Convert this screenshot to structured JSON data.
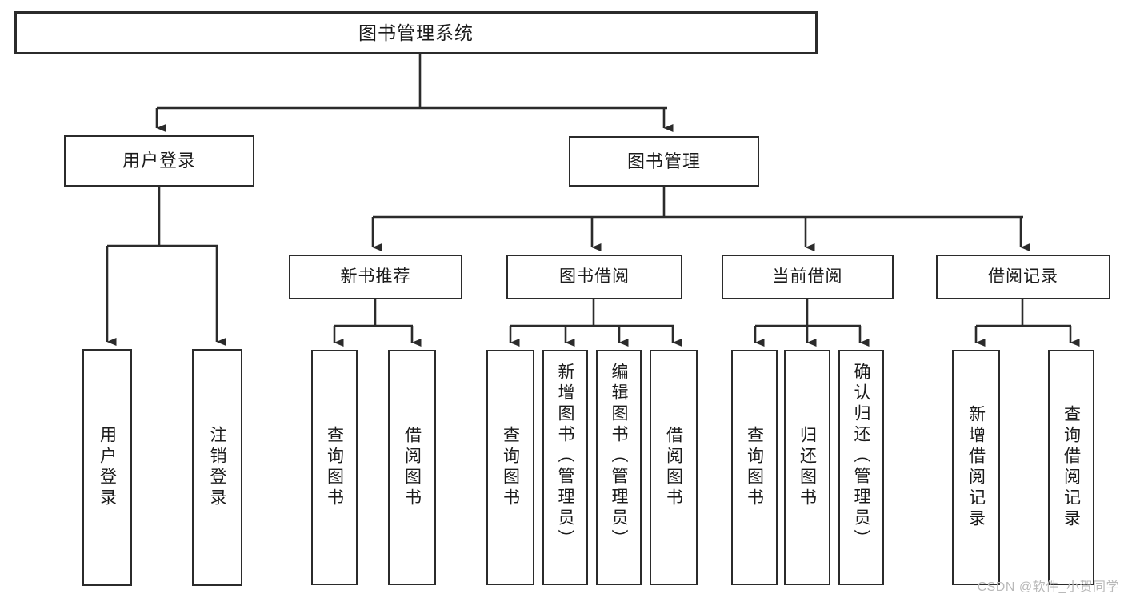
{
  "diagram": {
    "kind": "function-structure-tree",
    "title": "图书管理系统",
    "colors": {
      "stroke": "#2b2b2b",
      "box_fill": "#ffffff",
      "text": "#1b1b1b",
      "background": "#ffffff",
      "watermark": "#b9b9b9"
    },
    "levels": {
      "root": {
        "label": "图书管理系统"
      },
      "level2": [
        {
          "id": "user-login",
          "label": "用户登录"
        },
        {
          "id": "book-manage",
          "label": "图书管理"
        }
      ],
      "level3": [
        {
          "id": "new-book-recommend",
          "label": "新书推荐"
        },
        {
          "id": "book-borrow",
          "label": "图书借阅"
        },
        {
          "id": "current-borrow",
          "label": "当前借阅"
        },
        {
          "id": "borrow-record",
          "label": "借阅记录"
        }
      ],
      "leaves": [
        {
          "id": "leaf-user-login",
          "parent": "user-login",
          "label": "用户登录"
        },
        {
          "id": "leaf-logout",
          "parent": "user-login",
          "label": "注销登录"
        },
        {
          "id": "leaf-query-book-1",
          "parent": "new-book-recommend",
          "label": "查询图书"
        },
        {
          "id": "leaf-borrow-book-1",
          "parent": "new-book-recommend",
          "label": "借阅图书"
        },
        {
          "id": "leaf-query-book-2",
          "parent": "book-borrow",
          "label": "查询图书"
        },
        {
          "id": "leaf-add-book",
          "parent": "book-borrow",
          "label": "新增图书（管理员）"
        },
        {
          "id": "leaf-edit-book",
          "parent": "book-borrow",
          "label": "编辑图书（管理员）"
        },
        {
          "id": "leaf-borrow-book-2",
          "parent": "book-borrow",
          "label": "借阅图书"
        },
        {
          "id": "leaf-query-book-3",
          "parent": "current-borrow",
          "label": "查询图书"
        },
        {
          "id": "leaf-return-book",
          "parent": "current-borrow",
          "label": "归还图书"
        },
        {
          "id": "leaf-confirm-return",
          "parent": "current-borrow",
          "label": "确认归还（管理员）"
        },
        {
          "id": "leaf-add-record",
          "parent": "borrow-record",
          "label": "新增借阅记录"
        },
        {
          "id": "leaf-query-record",
          "parent": "borrow-record",
          "label": "查询借阅记录"
        }
      ]
    },
    "watermark": "CSDN @软件_小贺同学"
  }
}
